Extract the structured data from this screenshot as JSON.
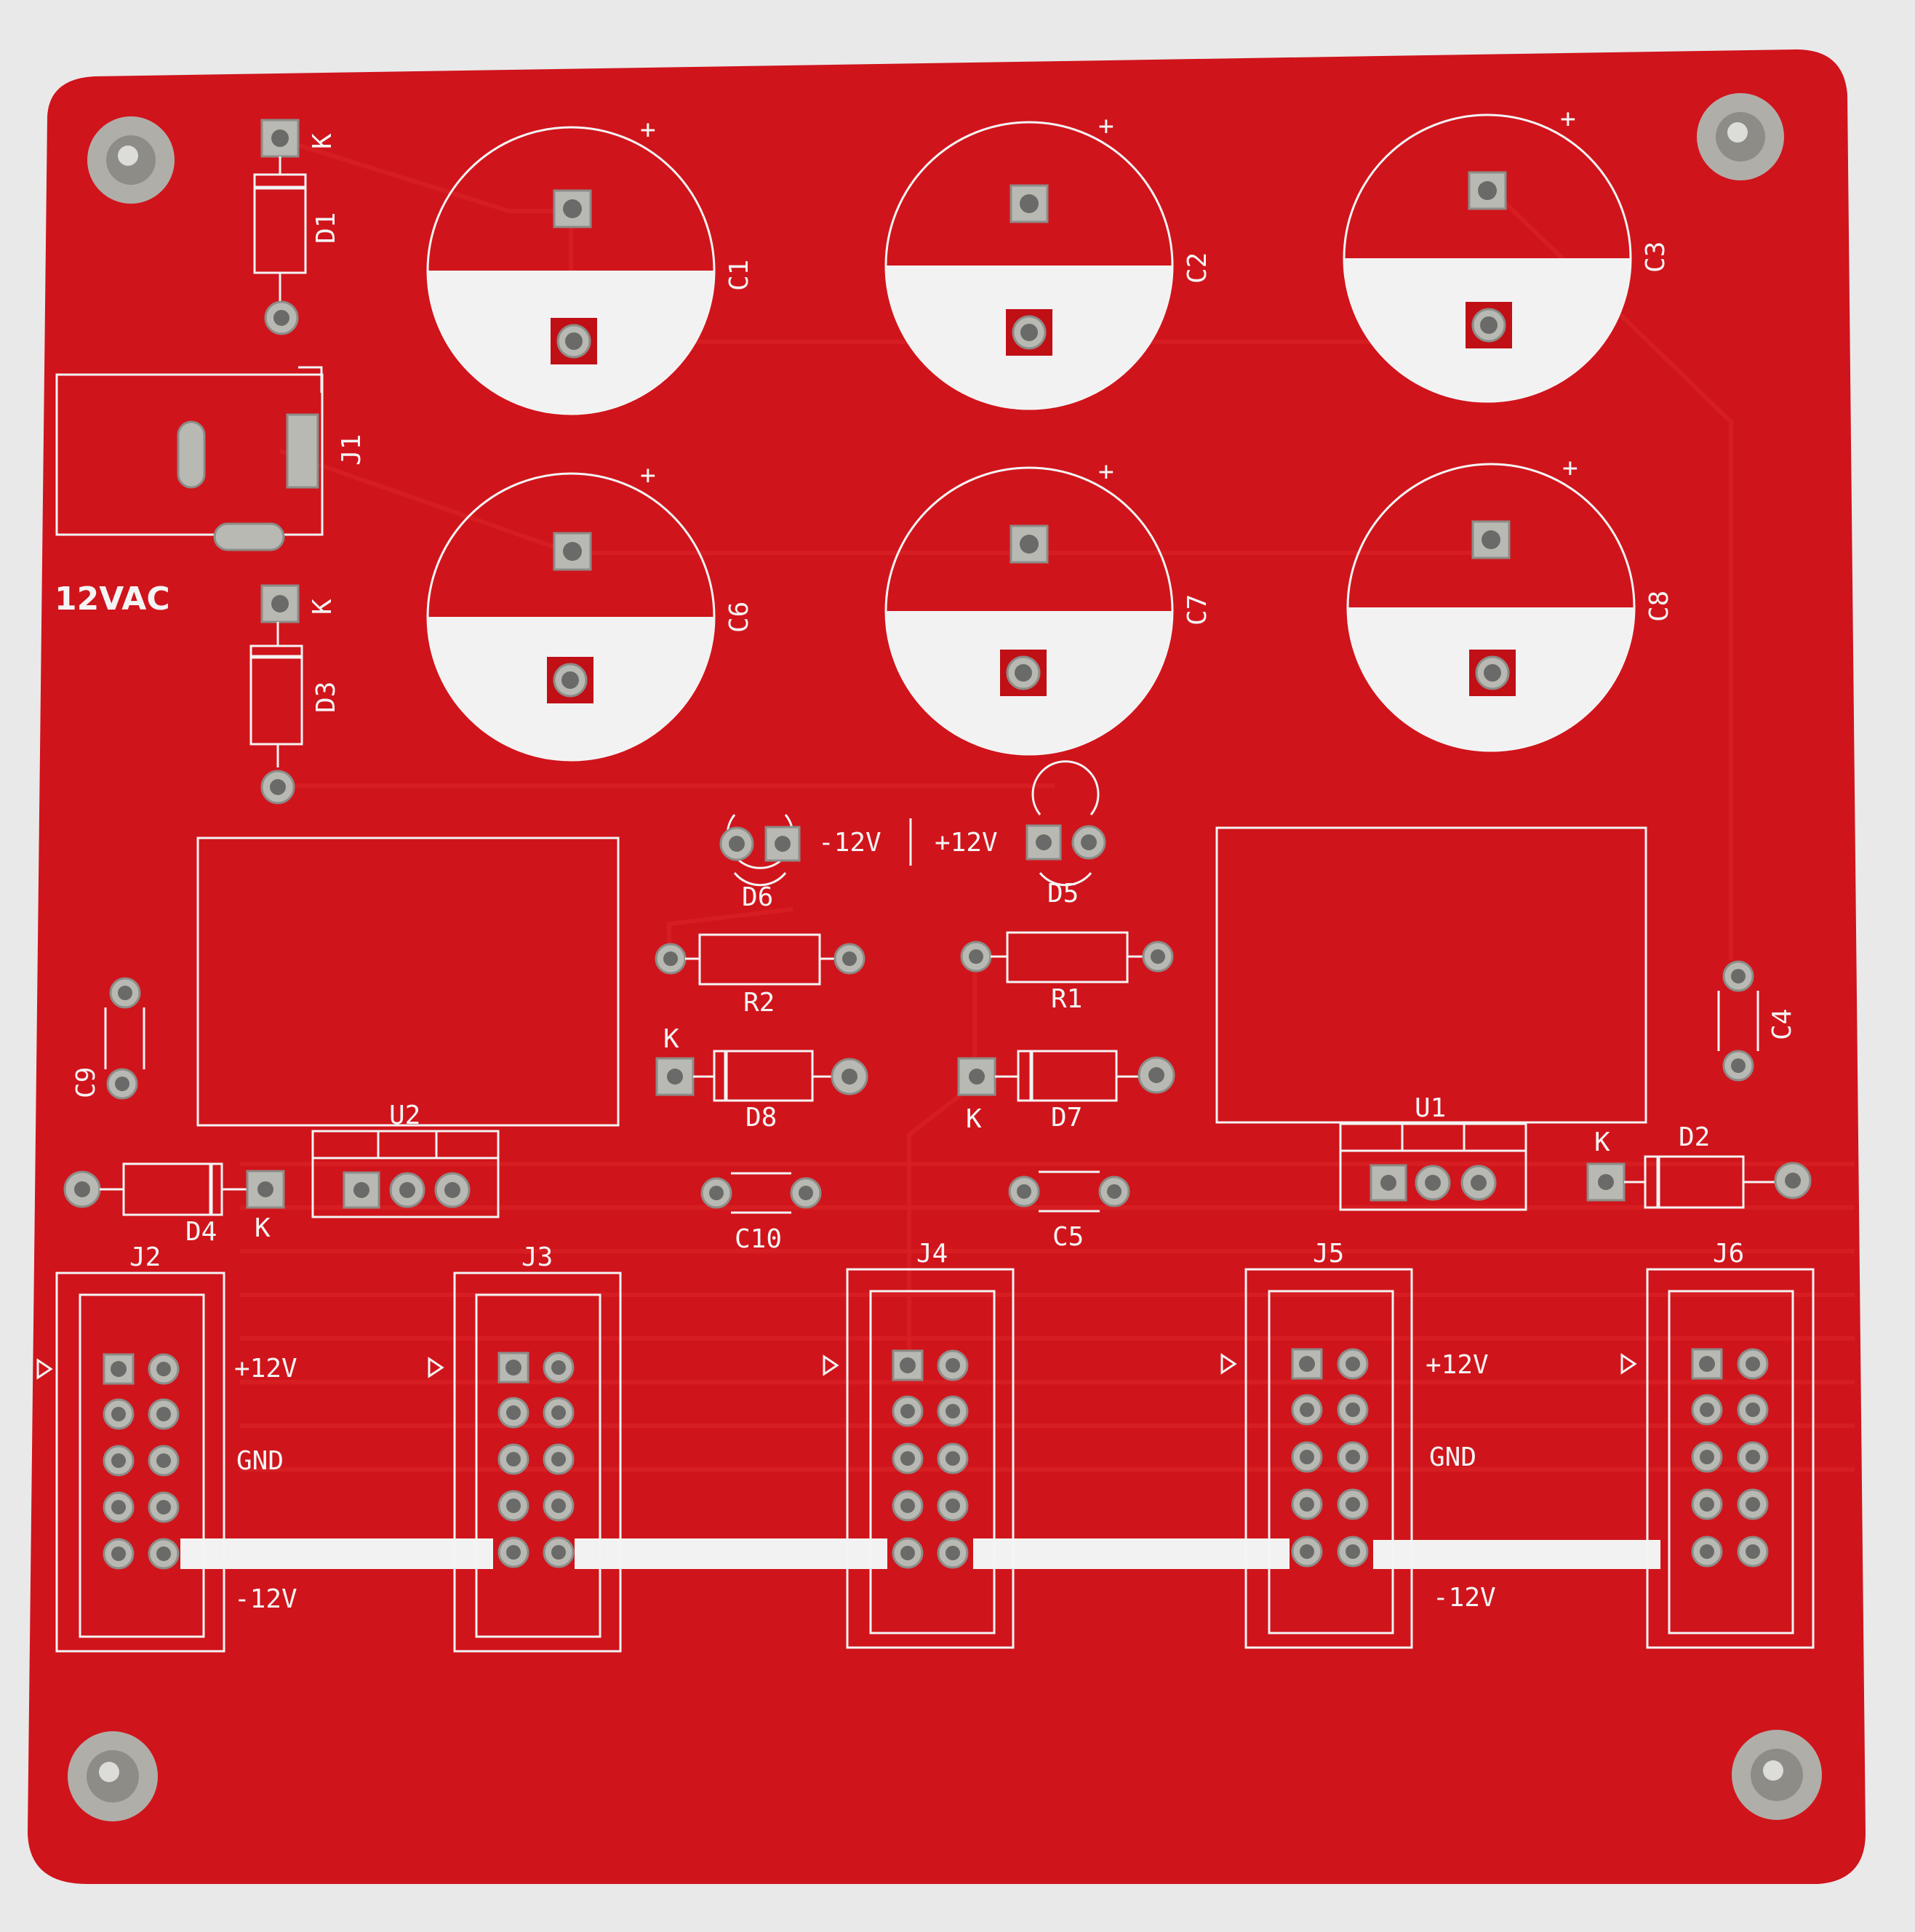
{
  "board": {
    "color": "#d0141b",
    "silkscreen_color": "#f4f4f4",
    "pad_color": "#b9b9b4",
    "background_color": "#e9e9ea"
  },
  "labels": {
    "input": "12VAC",
    "c1": "C1",
    "c2": "C2",
    "c3": "C3",
    "c4": "C4",
    "c5": "C5",
    "c6": "C6",
    "c7": "C7",
    "c8": "C8",
    "c9": "C9",
    "c10": "C10",
    "d1": "D1",
    "d2": "D2",
    "d3": "D3",
    "d4": "D4",
    "d5": "D5",
    "d6": "D6",
    "d7": "D7",
    "d8": "D8",
    "r1": "R1",
    "r2": "R2",
    "u1": "U1",
    "u2": "U2",
    "j1": "J1",
    "j2": "J2",
    "j3": "J3",
    "j4": "J4",
    "j5": "J5",
    "j6": "J6",
    "k": "K",
    "plus": "+",
    "minus12": "-12V",
    "plus12": "+12V",
    "gnd": "GND",
    "separator": "|"
  }
}
